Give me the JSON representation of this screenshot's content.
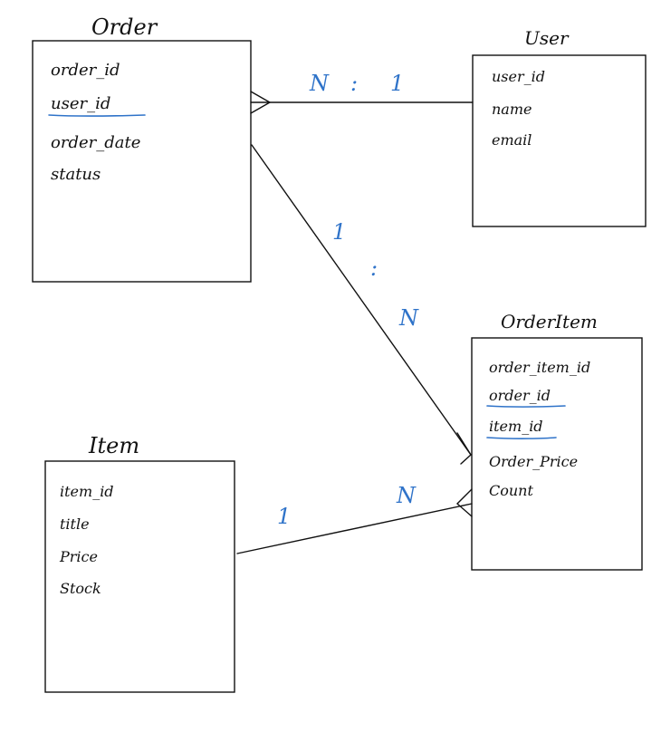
{
  "entities": {
    "order": {
      "title": "Order",
      "fields": [
        "order_id",
        "user_id",
        "order_date",
        "status"
      ]
    },
    "user": {
      "title": "User",
      "fields": [
        "user_id",
        "name",
        "email"
      ]
    },
    "order_item": {
      "title": "OrderItem",
      "fields": [
        "order_item_id",
        "order_id",
        "item_id",
        "Order_Price",
        "Count"
      ]
    },
    "item": {
      "title": "Item",
      "fields": [
        "item_id",
        "title",
        "Price",
        "Stock"
      ]
    }
  },
  "relationships": {
    "order_user": {
      "left": "N",
      "separator": ":",
      "right": "1"
    },
    "order_orderitem": {
      "left": "1",
      "separator": ":",
      "right": "N"
    },
    "item_orderitem": {
      "left": "1",
      "right": "N"
    }
  },
  "colors": {
    "annotation": "#2f73c9",
    "ink": "#111111"
  }
}
